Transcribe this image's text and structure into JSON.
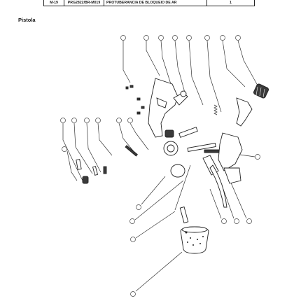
{
  "header": {
    "cells": [
      "M-19",
      "PRG2822/BR-M019",
      "PROTUBERANCIA DE BLOQUEIO DE AR",
      "1"
    ]
  },
  "section_title": "Pistola",
  "colors": {
    "line": "#333333",
    "fill_dark": "#3a3a3a"
  }
}
